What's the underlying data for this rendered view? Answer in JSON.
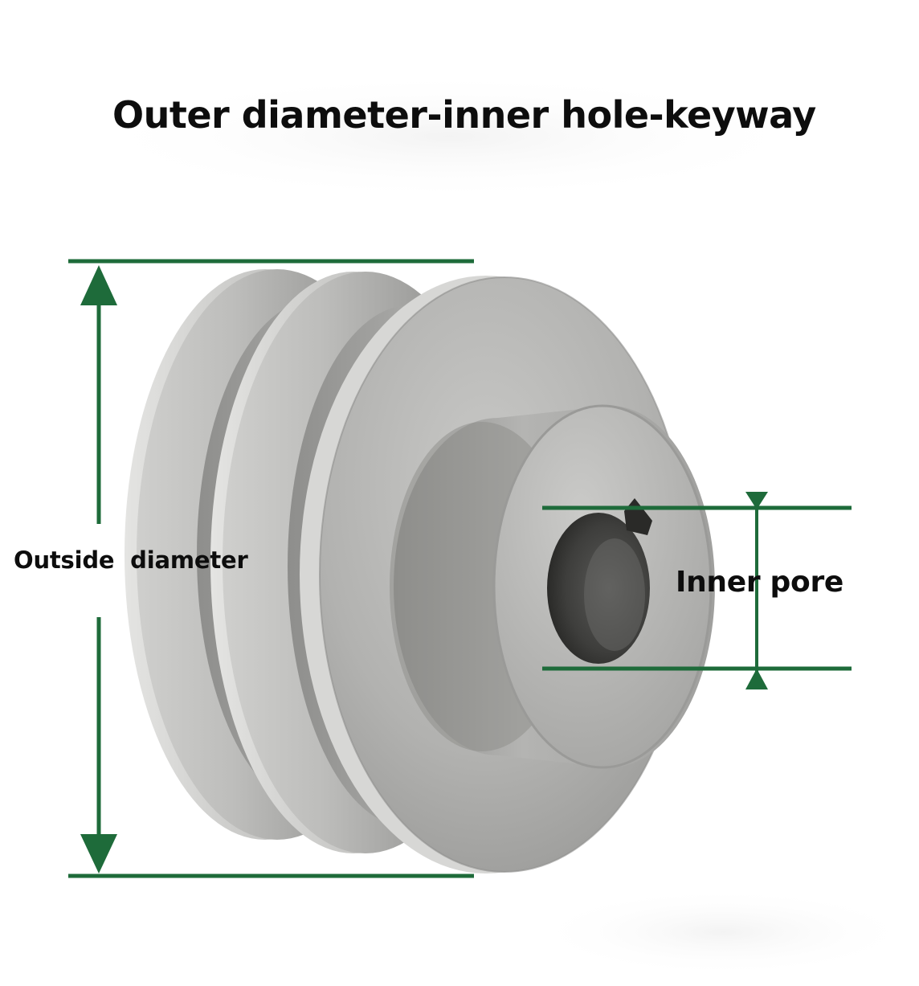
{
  "title": "Outer diameter-inner hole-keyway",
  "labels": {
    "outside_diameter": "Outside  diameter",
    "inner_pore": "Inner pore"
  },
  "colors": {
    "dimension_line": "#1e6b3a",
    "metal_light": "#d4d4d2",
    "metal_mid": "#a9a9a7",
    "metal_dark": "#6e6e6c",
    "bore_dark": "#3a3a3a",
    "text": "#0d0d0d"
  },
  "icons": {
    "pulley": "double-groove-v-belt-pulley",
    "arrow_up": "arrow-up-icon",
    "arrow_down": "arrow-down-icon"
  }
}
